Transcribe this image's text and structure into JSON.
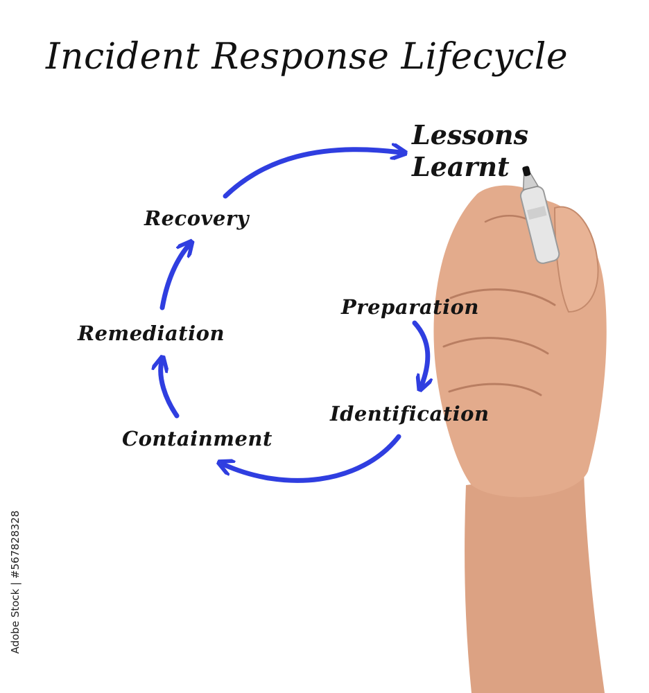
{
  "title": "Incident Response Lifecycle",
  "steps": {
    "lessons_line1": "Lessons",
    "lessons_line2": "Learnt",
    "preparation": "Preparation",
    "identification": "Identification",
    "containment": "Containment",
    "remediation": "Remediation",
    "recovery": "Recovery"
  },
  "watermark": "Adobe Stock | #567828328",
  "colors": {
    "arrow": "#2f3ee0",
    "text": "#141414",
    "skin": "#e0a98a",
    "marker": "#e8e8e8"
  }
}
